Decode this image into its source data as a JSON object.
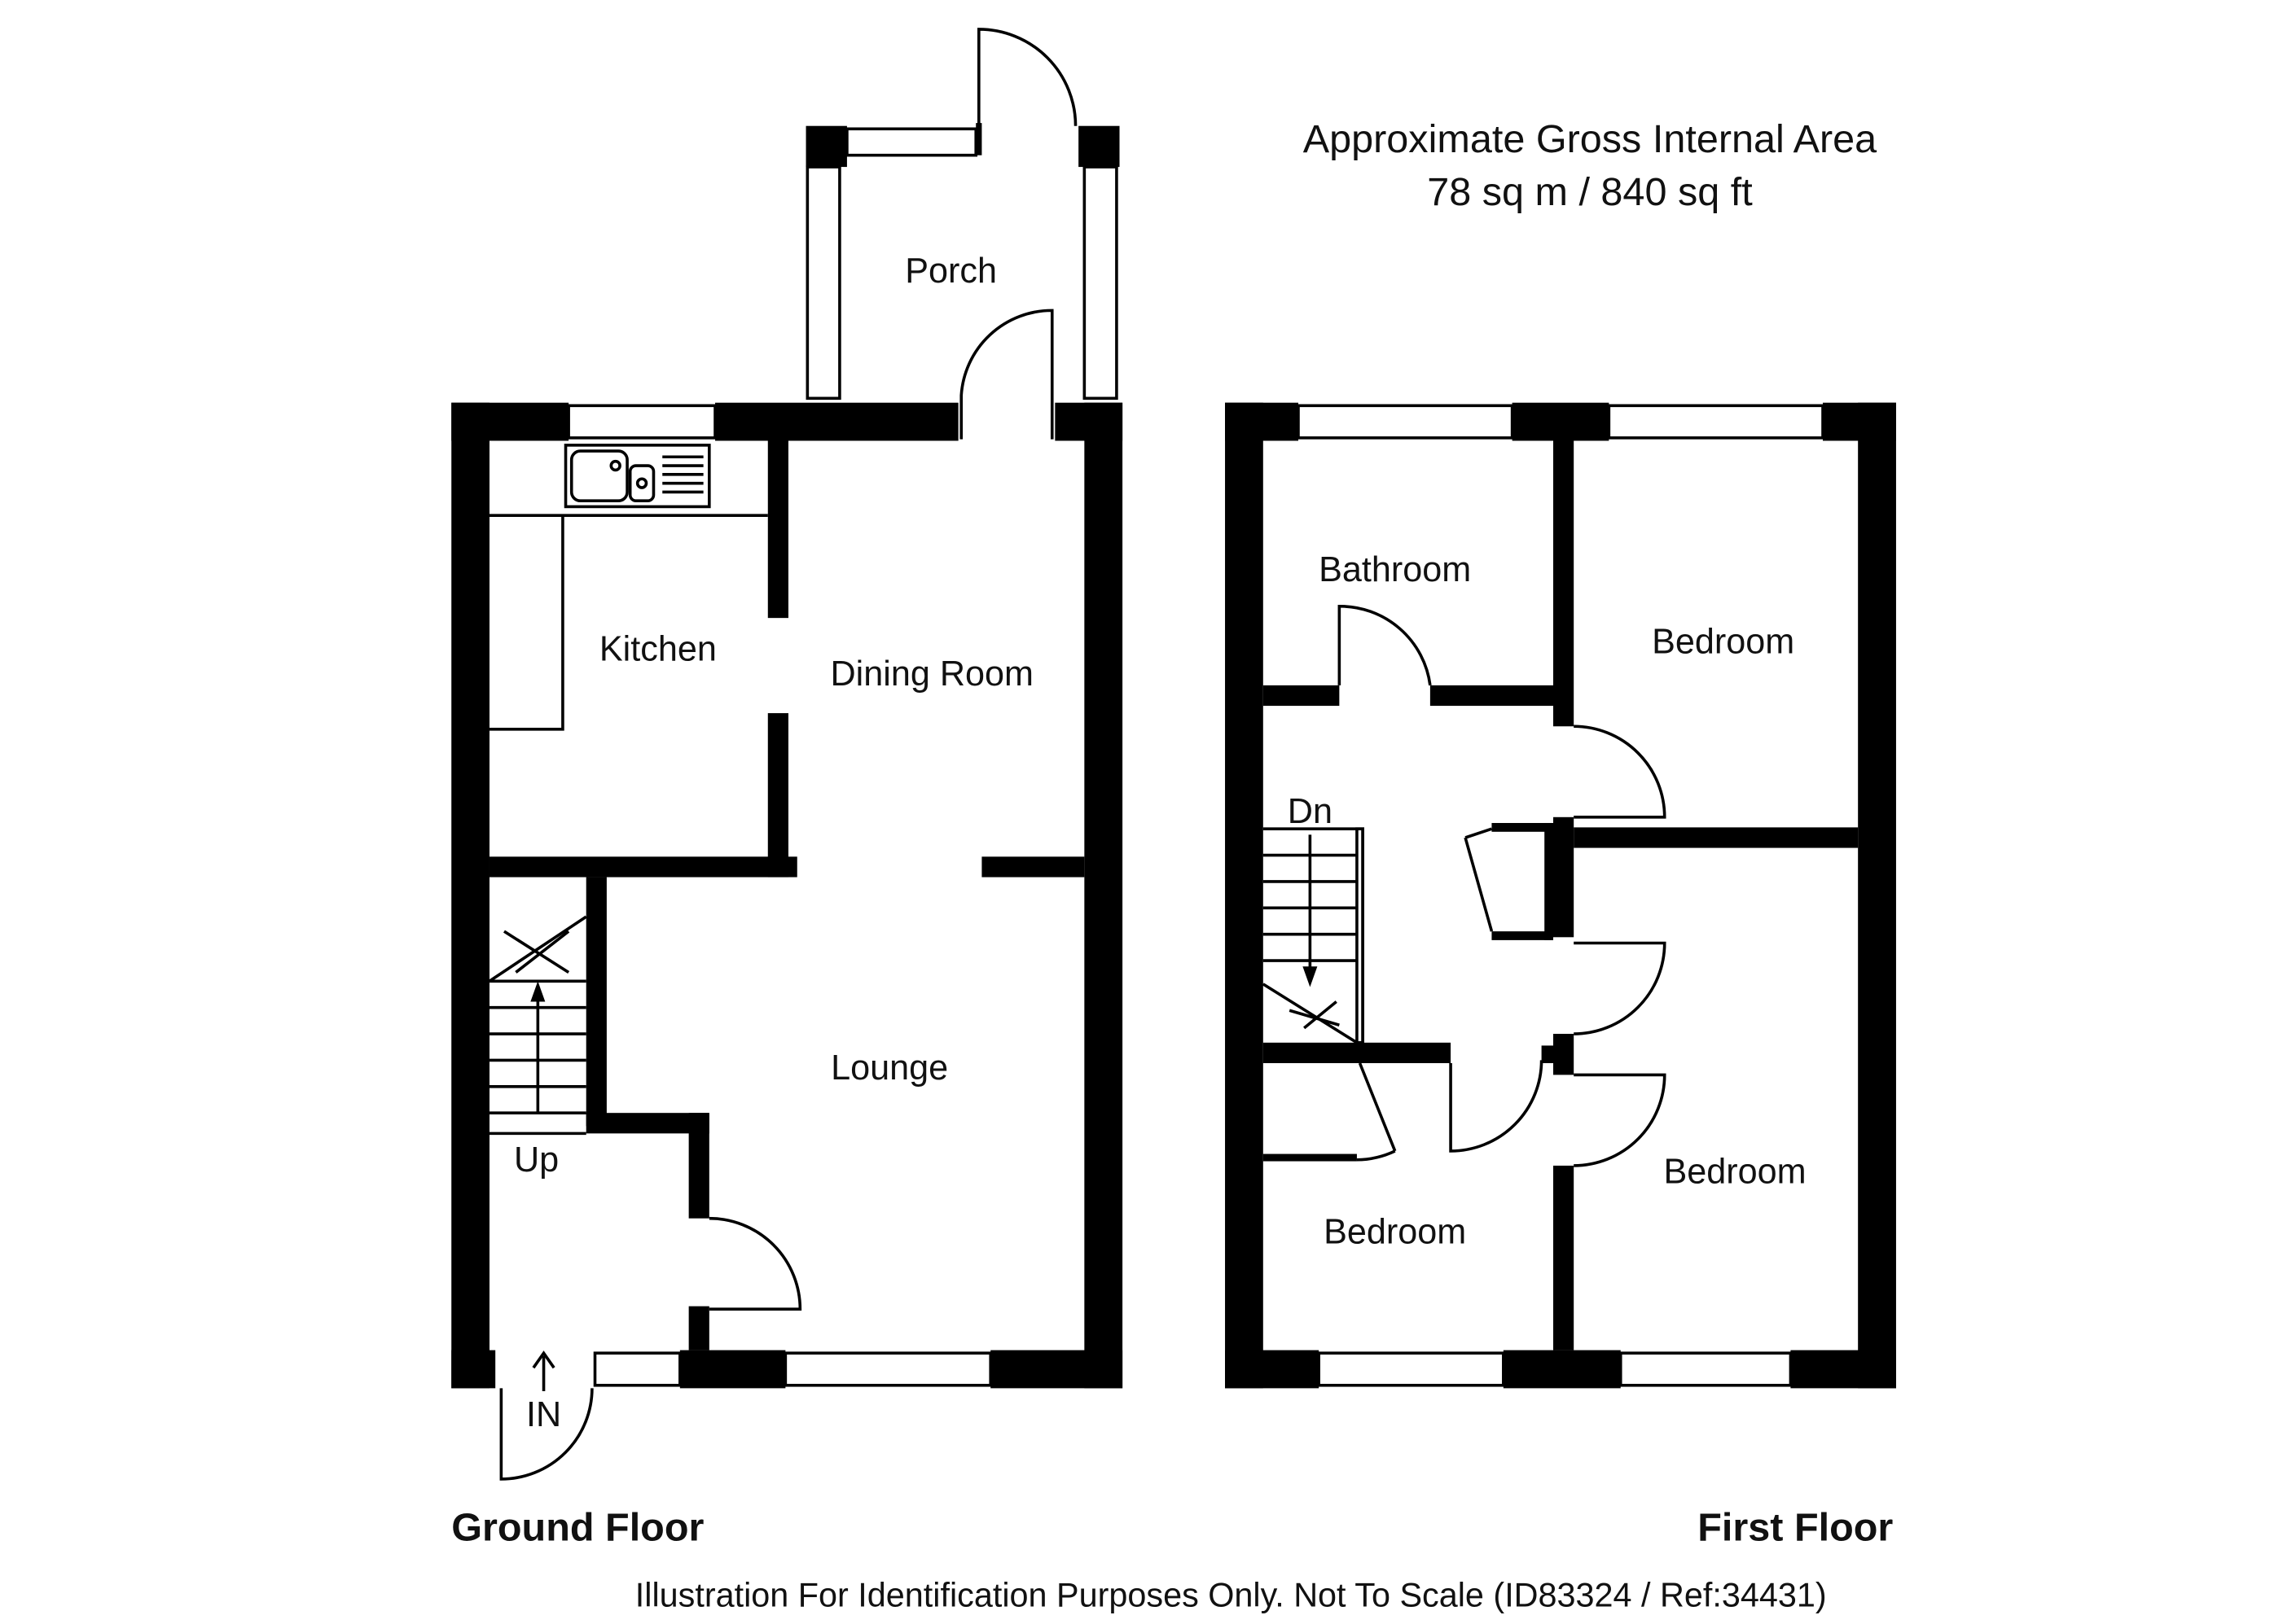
{
  "header": {
    "title_line1": "Approximate Gross Internal Area",
    "title_line2": "78 sq m / 840 sq ft"
  },
  "ground_floor": {
    "name": "Ground Floor",
    "rooms": {
      "porch": "Porch",
      "kitchen": "Kitchen",
      "dining": "Dining Room",
      "lounge": "Lounge"
    },
    "stairs_label": "Up",
    "entrance_label": "IN"
  },
  "first_floor": {
    "name": "First Floor",
    "rooms": {
      "bathroom": "Bathroom",
      "bedroom1": "Bedroom",
      "bedroom2": "Bedroom",
      "bedroom3": "Bedroom"
    },
    "stairs_label": "Dn"
  },
  "footer": {
    "disclaimer": "Illustration For Identification Purposes Only. Not To Scale (ID83324 / Ref:34431)"
  }
}
